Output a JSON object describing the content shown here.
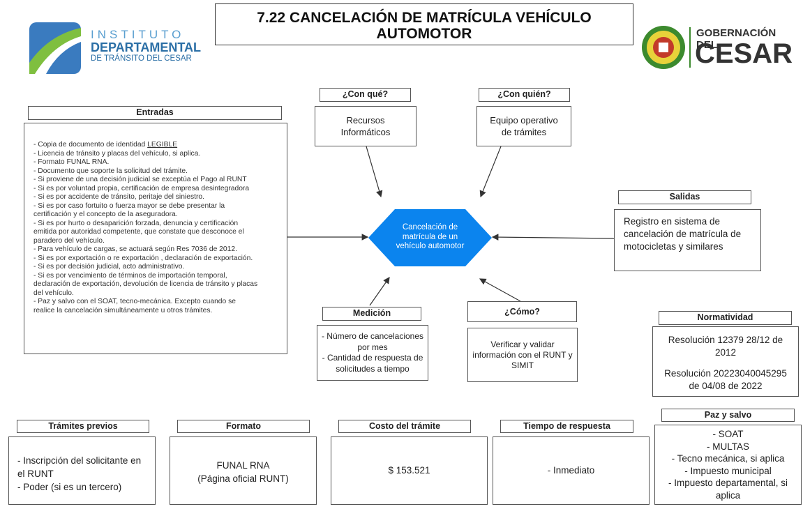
{
  "header": {
    "title_line1": "7.22 CANCELACIÓN DE MATRÍCULA VEHÍCULO",
    "title_line2": "AUTOMOTOR",
    "left_logo": {
      "line1": "INSTITUTO",
      "line2": "DEPARTAMENTAL",
      "line3": "DE TRÁNSITO DEL CESAR"
    },
    "right_logo": {
      "line1": "GOBERNACIÓN DEL",
      "line2": "CESAR"
    }
  },
  "con_que": {
    "label": "¿Con qué?",
    "text_l1": "Recursos",
    "text_l2": "Informáticos"
  },
  "con_quien": {
    "label": "¿Con quién?",
    "text_l1": "Equipo operativo",
    "text_l2": "de trámites"
  },
  "entradas": {
    "label": "Entradas",
    "line_0_prefix": "- Copia de documento de identidad ",
    "line_0_emph": "LEGIBLE",
    "items": [
      "- Licencia de tránsito y placas del vehículo, si aplica.",
      "- Formato FUNAL RNA.",
      "- Documento que soporte la solicitud del trámite.",
      "- Si proviene de una decisión judicial se exceptúa el Pago al RUNT",
      "- Si es por voluntad propia, certificación de empresa desintegradora",
      "- Si es por accidente de tránsito, peritaje del siniestro.",
      "- Si es por caso fortuito o fuerza mayor se debe presentar la",
      "certificación y el concepto de la aseguradora.",
      "- Si es por hurto o desaparición forzada, denuncia y certificación",
      "emitida por autoridad competente, que constate que desconoce el",
      "paradero del vehículo.",
      "- Para vehículo de cargas, se actuará según Res 7036 de 2012.",
      "- Si es por exportación o re exportación , declaración de exportación.",
      "- Si es por decisión judicial, acto administrativo.",
      "- Si es por vencimiento de términos de importación temporal,",
      "declaración de exportación, devolución de licencia de tránsito y placas",
      "del vehículo.",
      "- Paz y salvo con el SOAT, tecno-mecánica. Excepto cuando se",
      "realice la cancelación simultáneamente  u otros trámites."
    ]
  },
  "center": {
    "l1": "Cancelación de",
    "l2": "matrícula de un",
    "l3": "vehículo automotor",
    "color": "#0b84ee"
  },
  "salidas": {
    "label": "Salidas",
    "l1": "Registro en sistema de",
    "l2": "cancelación de matrícula de",
    "l3": "motocicletas y similares"
  },
  "medicion": {
    "label": "Medición",
    "l1": "- Número de cancelaciones",
    "l2": "por mes",
    "l3": "- Cantidad de respuesta de",
    "l4": "solicitudes a tiempo"
  },
  "como": {
    "label": "¿Cómo?",
    "l1": "Verificar y validar",
    "l2": "información con el RUNT y",
    "l3": "SIMIT"
  },
  "normatividad": {
    "label": "Normatividad",
    "l1": "Resolución 12379 28/12 de",
    "l2": "2012",
    "l3": "Resolución 20223040045295",
    "l4": "de 04/08 de 2022"
  },
  "tramites_previos": {
    "label": "Trámites previos",
    "l1": "- Inscripción del solicitante en",
    "l2": "el RUNT",
    "l3": "- Poder (si es un tercero)"
  },
  "formato": {
    "label": "Formato",
    "l1": "FUNAL RNA",
    "l2": "(Página oficial RUNT)"
  },
  "costo": {
    "label": "Costo del trámite",
    "value": "$ 153.521"
  },
  "tiempo": {
    "label": "Tiempo de respuesta",
    "value": "- Inmediato"
  },
  "paz_y_salvo": {
    "label": "Paz y salvo",
    "items": [
      "- SOAT",
      "- MULTAS",
      "- Tecno mecánica, si aplica",
      "- Impuesto municipal",
      "- Impuesto departamental, si",
      "aplica"
    ]
  }
}
